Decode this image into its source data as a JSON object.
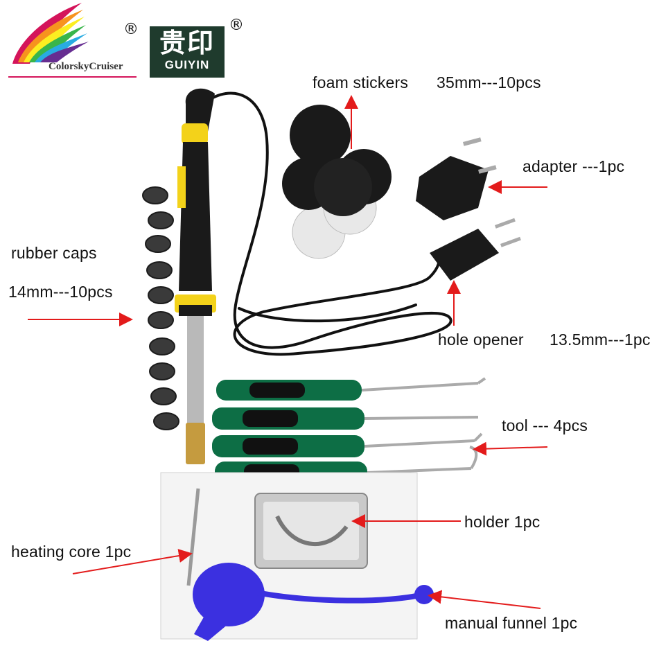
{
  "brand": {
    "logo1_name": "ColorskyCruiser",
    "logo2_chinese": "贵印",
    "logo2_name": "GUIYIN",
    "registered_mark": "®"
  },
  "labels": {
    "foam_stickers": "foam stickers",
    "foam_stickers_spec": "35mm---10pcs",
    "adapter": "adapter ---1pc",
    "rubber_caps": "rubber caps",
    "rubber_caps_spec": "14mm---10pcs",
    "hole_opener": "hole opener",
    "hole_opener_spec": "13.5mm---1pc",
    "tool": "tool --- 4pcs",
    "holder": "holder 1pc",
    "heating_core": "heating core  1pc",
    "manual_funnel": "manual funnel  1pc"
  },
  "colors": {
    "arrow": "#e31b1b",
    "iron_yellow": "#f3d21a",
    "handle_green": "#0d6e45",
    "funnel_blue": "#3b30e0",
    "guiyin_bg": "#1f3b2d"
  }
}
